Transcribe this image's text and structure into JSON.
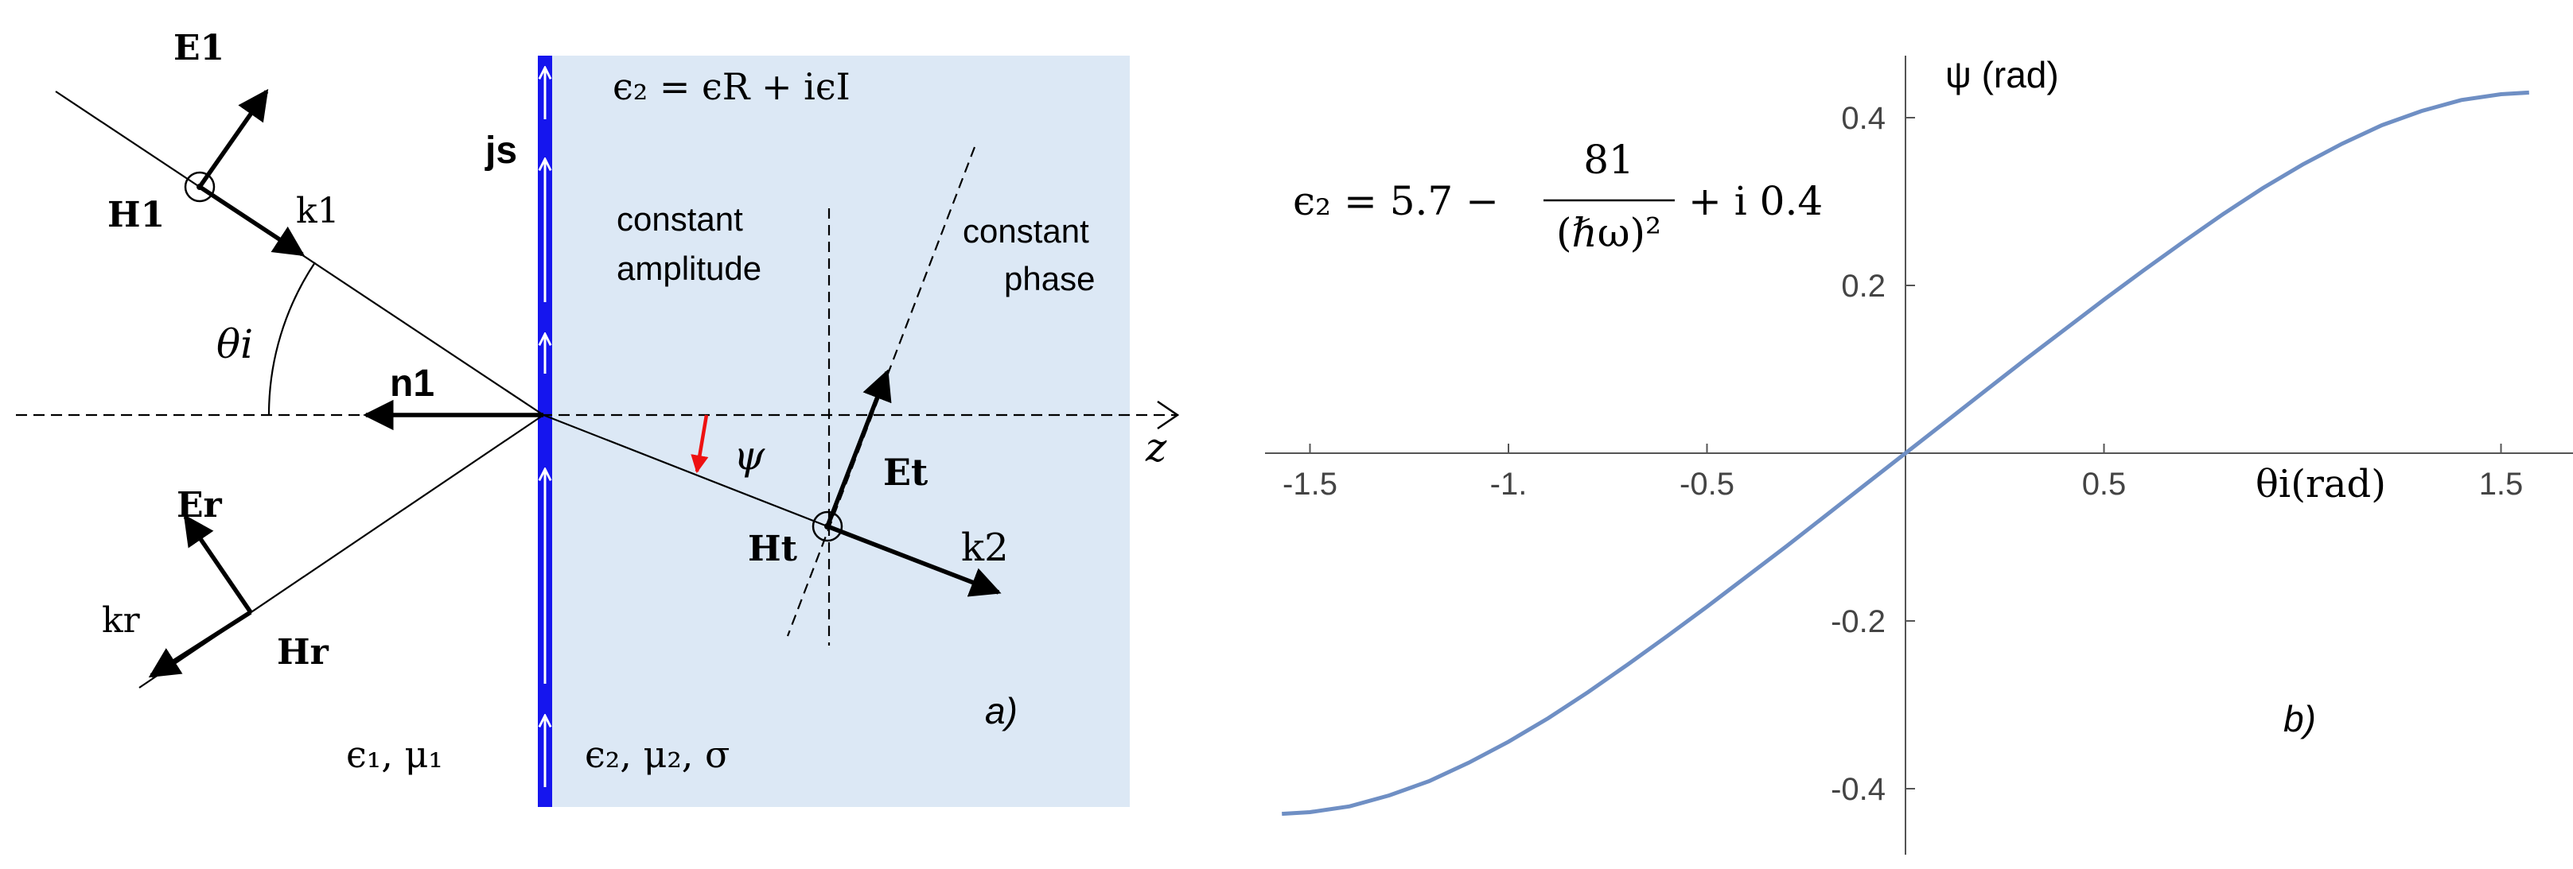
{
  "colors": {
    "medium2_fill": "#dce8f5",
    "surface_current": "#1515ee",
    "curve": "#6f8fc4",
    "red_arrow": "#ee1111",
    "ink": "#000000"
  },
  "panel_a": {
    "eps2_formula": "ϵ₂ = ϵR + iϵI",
    "js": "js",
    "E1": "E1",
    "H1": "H1",
    "k1": "k1",
    "theta_i": "θi",
    "n1": "n1",
    "z": "z",
    "psi": "ψ",
    "Er": "Er",
    "Hr": "Hr",
    "kr": "kr",
    "Et": "Et",
    "Ht": "Ht",
    "k2": "k2",
    "constant_amplitude_1": "constant",
    "constant_amplitude_2": "amplitude",
    "constant_phase_1": "constant",
    "constant_phase_2": "phase",
    "medium1": "ϵ₁, μ₁",
    "medium2": "ϵ₂, μ₂, σ",
    "panel_label": "a)"
  },
  "panel_b": {
    "formula_lhs": "ϵ₂ = 5.7 −",
    "formula_num": "81",
    "formula_den": "(ℏω)²",
    "formula_rhs": "+ i 0.4",
    "y_axis_label": "ψ (rad)",
    "x_axis_label": "θi(rad)",
    "panel_label": "b)"
  },
  "chart_data": {
    "type": "line",
    "title": "",
    "xlabel": "θi(rad)",
    "ylabel": "ψ (rad)",
    "xlim": [
      -1.65,
      1.65
    ],
    "ylim": [
      -0.5,
      0.48
    ],
    "x_ticks": [
      {
        "v": -1.5,
        "label": "-1.5"
      },
      {
        "v": -1.0,
        "label": "-1."
      },
      {
        "v": -0.5,
        "label": "-0.5"
      },
      {
        "v": 0.5,
        "label": "0.5"
      },
      {
        "v": 1.5,
        "label": "1.5"
      }
    ],
    "y_ticks": [
      {
        "v": 0.4,
        "label": "0.4"
      },
      {
        "v": 0.2,
        "label": "0.2"
      },
      {
        "v": -0.2,
        "label": "-0.2"
      },
      {
        "v": -0.4,
        "label": "-0.4"
      }
    ],
    "grid": false,
    "series": [
      {
        "x": [
          -1.5708,
          -1.5,
          -1.4,
          -1.3,
          -1.2,
          -1.1,
          -1.0,
          -0.9,
          -0.8,
          -0.7,
          -0.6,
          -0.5,
          -0.4,
          -0.3,
          -0.2,
          -0.1,
          0.0,
          0.1,
          0.2,
          0.3,
          0.4,
          0.5,
          0.6,
          0.7,
          0.8,
          0.9,
          1.0,
          1.1,
          1.2,
          1.3,
          1.4,
          1.5,
          1.5708
        ],
        "y": [
          -0.43,
          -0.428,
          -0.421,
          -0.408,
          -0.391,
          -0.369,
          -0.344,
          -0.316,
          -0.285,
          -0.252,
          -0.218,
          -0.183,
          -0.147,
          -0.111,
          -0.074,
          -0.037,
          0.0,
          0.037,
          0.074,
          0.111,
          0.147,
          0.183,
          0.218,
          0.252,
          0.285,
          0.316,
          0.344,
          0.369,
          0.391,
          0.408,
          0.421,
          0.428,
          0.43
        ]
      }
    ]
  }
}
